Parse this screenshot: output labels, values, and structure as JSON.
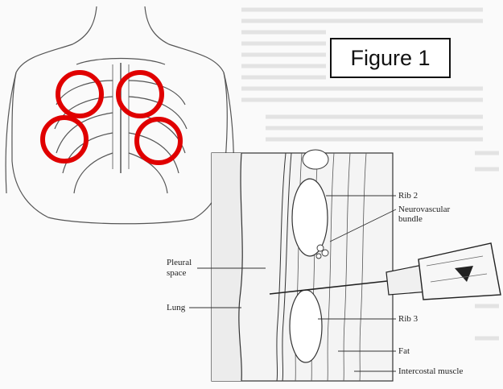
{
  "figure": {
    "label": "Figure 1"
  },
  "annotations": {
    "rib2": "Rib 2",
    "neurovascular_line1": "Neurovascular",
    "neurovascular_line2": "bundle",
    "pleural_line1": "Pleural",
    "pleural_line2": "space",
    "lung": "Lung",
    "rib3": "Rib 3",
    "fat": "Fat",
    "intercostal": "Intercostal muscle"
  },
  "colors": {
    "marker_circle": "#e00000",
    "line_art": "#333333",
    "background_text": "#c8c8c8"
  },
  "markers": {
    "count": 4,
    "shape": "red-circle",
    "location": "upper chest rib spaces"
  }
}
